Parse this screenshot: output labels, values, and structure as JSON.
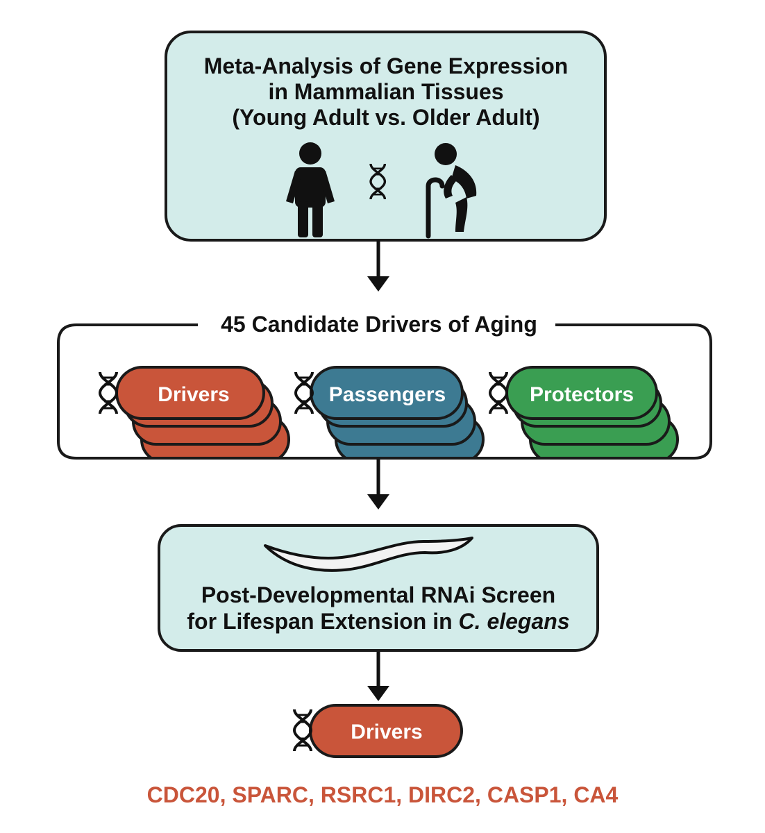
{
  "top_box": {
    "lines": [
      "Meta-Analysis of Gene Expression",
      "in Mammalian Tissues",
      "(Young Adult vs. Older Adult)"
    ]
  },
  "candidates": {
    "label": "45 Candidate Drivers of Aging",
    "groups": [
      {
        "label": "Drivers",
        "color": "#c9553a"
      },
      {
        "label": "Passengers",
        "color": "#3d7a92"
      },
      {
        "label": "Protectors",
        "color": "#3a9e52"
      }
    ]
  },
  "screen_box": {
    "line1": "Post-Developmental RNAi Screen",
    "line2_prefix": "for Lifespan Extension in ",
    "line2_italic": "C. elegans"
  },
  "result": {
    "label": "Drivers",
    "color": "#c9553a",
    "genes": "CDC20, SPARC, RSRC1, DIRC2, CASP1, CA4"
  },
  "colors": {
    "box_fill": "#d3ecea",
    "stroke": "#1a1a1a",
    "gene_text": "#c9553a"
  },
  "icons": [
    "young-adult-icon",
    "dna-icon",
    "older-adult-with-cane-icon",
    "worm-icon"
  ]
}
